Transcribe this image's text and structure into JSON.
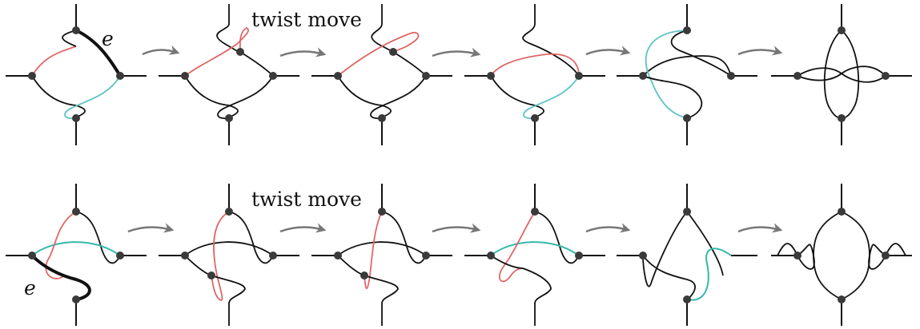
{
  "rows": [
    {
      "id": "top",
      "title": "twist move",
      "edge_label": "e"
    },
    {
      "id": "bottom",
      "title": "twist move",
      "edge_label": "e"
    }
  ],
  "colors": {
    "black": "#111111",
    "red": "#e06666",
    "teal": "#5ec4c4",
    "green": "#35b9a8",
    "vertex": "#3a3a3a",
    "arrow": "#777777"
  }
}
